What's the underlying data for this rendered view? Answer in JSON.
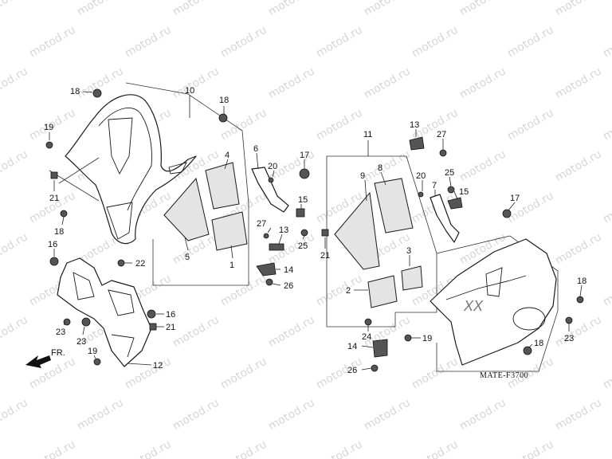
{
  "watermark": "motod.ru",
  "diagram_code": "MATE-F3700",
  "fr_label": "FR.",
  "callouts": {
    "n1": "1",
    "n2": "2",
    "n3": "3",
    "n4": "4",
    "n5": "5",
    "n6": "6",
    "n7": "7",
    "n8": "8",
    "n9": "9",
    "n10": "10",
    "n11": "11",
    "n12": "12",
    "n13": "13",
    "n14": "14",
    "n15": "15",
    "n16": "16",
    "n17": "17",
    "n18": "18",
    "n19": "19",
    "n20": "20",
    "n21": "21",
    "n22": "22",
    "n23": "23",
    "n24": "24",
    "n25": "25",
    "n26": "26",
    "n27": "27"
  }
}
